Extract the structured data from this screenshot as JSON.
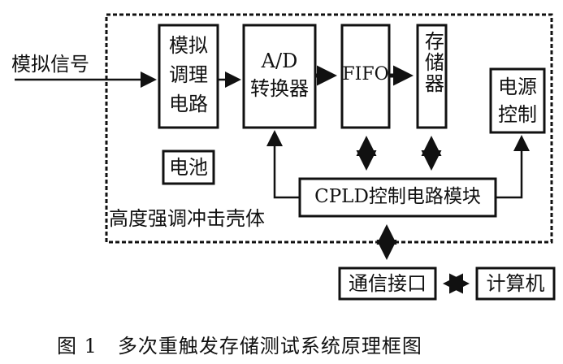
{
  "diagram": {
    "input_label": "模拟信号",
    "enclosure_label": "高度强调冲击壳体",
    "blocks": {
      "conditioning": {
        "line1": "模拟",
        "line2": "调理",
        "line3": "电路"
      },
      "adc": {
        "line1": "A/D",
        "line2": "转换器"
      },
      "fifo": {
        "label": "FIFO"
      },
      "memory": {
        "label": "存储器"
      },
      "power": {
        "line1": "电源",
        "line2": "控制"
      },
      "battery": {
        "label": "电池"
      },
      "cpld": {
        "label": "CPLD控制电路模块"
      },
      "comm": {
        "label": "通信接口"
      },
      "computer": {
        "label": "计算机"
      }
    },
    "caption": "图 1　多次重触发存储测试系统原理框图"
  }
}
